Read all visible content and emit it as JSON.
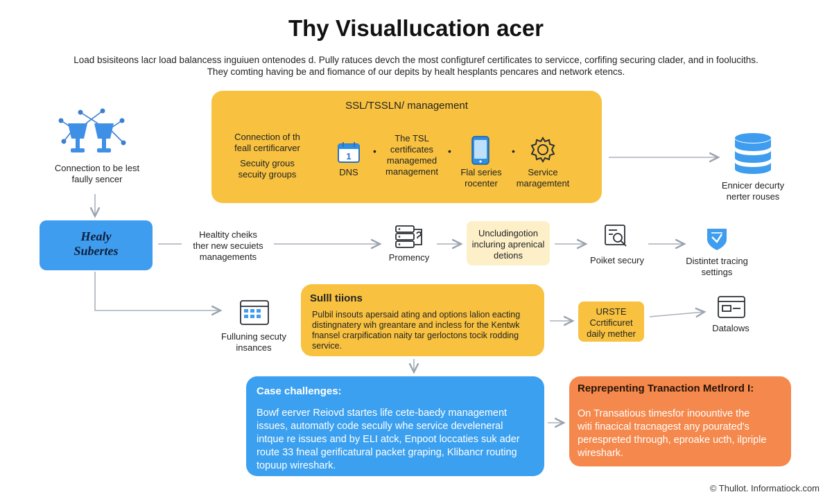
{
  "title": "Thy Visuallucation acer",
  "intro": [
    "Load bsisiteons lacr load balancess inguiuen ontenodes d. Pully ratuces devch the most configturef certificates to servicce, corfifing securing clader, and in fooluciths.",
    "They comting having be and fiomance of our depits by healt hesplants pencares and network etencs."
  ],
  "left_node": {
    "icon": "network-cups-icon",
    "label_lines": [
      "Connection to be lest",
      "faully sencer"
    ]
  },
  "ssl": {
    "title": "SSL/TSSLN/ management",
    "text1_lines": [
      "Connection of th",
      "feall certificarver"
    ],
    "text2_lines": [
      "Secuity grous",
      "secuity groups"
    ],
    "dns_label": "DNS",
    "dns_icon": "calendar-icon",
    "tsl_lines": [
      "The TSL",
      "certificates",
      "managemed",
      "management"
    ],
    "phone_icon": "phone-icon",
    "phone_lines": [
      "Flal series",
      "rocenter"
    ],
    "gear_icon": "gear-icon",
    "service_lines": [
      "Service",
      "maragemtent"
    ]
  },
  "database": {
    "icon": "database-icon",
    "label_lines": [
      "Ennicer decurty",
      "nerter rouses"
    ]
  },
  "healthy": {
    "label_lines": [
      "Healy",
      "Subertes"
    ]
  },
  "row_mid": {
    "checks_lines": [
      "Healtity cheiks",
      "ther new secuiets",
      "managements"
    ],
    "promency_icon": "server-rack-icon",
    "promency_label": "Promency",
    "undl_lines": [
      "Uncludingotion",
      "incluring aprenical",
      "detions"
    ],
    "poiket_icon": "inspect-icon",
    "poiket_label": "Poiket secury",
    "distintet_icon": "shield-icon",
    "distintet_lines": [
      "Distintet tracing",
      "settings"
    ]
  },
  "fulluning": {
    "icon": "calendar-grid-icon",
    "label_lines": [
      "Fulluning secuty",
      "insances"
    ]
  },
  "sult": {
    "title": "Sulll tiions",
    "body_lines": [
      "Pulbil insouts apersaid ating and options lalion eacting",
      "distingnatery wih greantare and incless for the Kentwk",
      "fnansel crarpification naity tar gerloctons tocik rodding",
      "service."
    ]
  },
  "urste": {
    "lines": [
      "URSTE",
      "Ccrtificuret",
      "daily mether"
    ]
  },
  "datalows": {
    "icon": "window-icon",
    "label": "Datalows"
  },
  "case": {
    "title": "Case challenges:",
    "body_lines": [
      "Bowf eerver Reiovd startes life cete-baedy management",
      "issues, automatly code secully whe service develeneral",
      "intque re issues and by ELI atck, Enpoot loccaties suk ader",
      "route 33 fneal gerificatural packet graping, Klibancr routing",
      "topuup wireshark."
    ]
  },
  "repr": {
    "title": "Reprepenting Tranaction Metlrord I:",
    "body_lines": [
      "On Transatious timesfor inoountive the",
      "witi finacical tracnagest any pourated's",
      "perespreted through, eproake ucth, ilpriple",
      "wireshark."
    ]
  },
  "footer": "© Thullot. Informatiock.com",
  "colors": {
    "yellow": "#f8c240",
    "blue": "#3e9dee",
    "orange": "#f5884c",
    "pale_yellow": "#fdf0c9",
    "icon_blue": "#2f8fe0"
  }
}
